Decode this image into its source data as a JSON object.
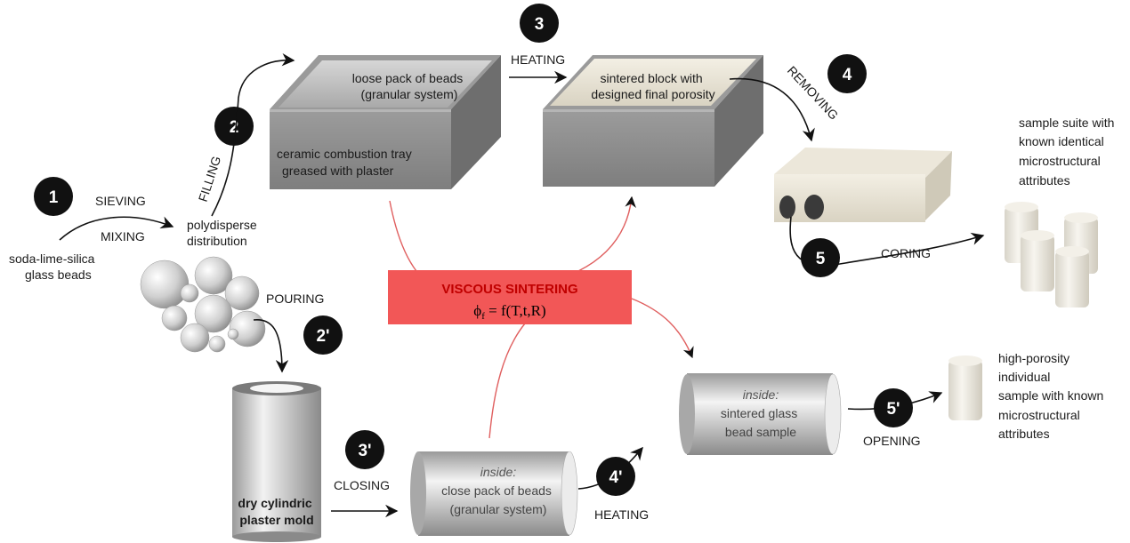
{
  "steps": {
    "s1": "1",
    "s2": "2",
    "s2p": "2'",
    "s3": "3",
    "s3p": "3'",
    "s4": "4",
    "s4p": "4'",
    "s5": "5",
    "s5p": "5'"
  },
  "labels": {
    "sieving": "SIEVING",
    "mixing": "MIXING",
    "filling": "FILLING",
    "heating_top": "HEATING",
    "removing": "REMOVING",
    "pouring": "POURING",
    "closing": "CLOSING",
    "heating_bottom": "HEATING",
    "coring": "CORING",
    "opening": "OPENING"
  },
  "text": {
    "glass_beads": [
      "soda-lime-silica",
      "glass beads"
    ],
    "polydisperse": [
      "polydisperse",
      "distribution"
    ],
    "loose_pack": [
      "loose pack of beads",
      "(granular system)"
    ],
    "ceramic_tray": [
      "ceramic combustion tray",
      "greased with plaster"
    ],
    "sintered_block": [
      "sintered block with",
      "designed final porosity"
    ],
    "sample_suite": [
      "sample suite with",
      "known identical",
      "microstructural",
      "attributes"
    ],
    "plaster_mold": [
      "dry cylindric",
      "plaster mold"
    ],
    "close_pack_inside": "inside:",
    "close_pack": [
      "close pack of beads",
      "(granular system)"
    ],
    "sintered_sample_inside": "inside:",
    "sintered_sample": [
      "sintered glass",
      "bead sample"
    ],
    "high_porosity": [
      "high-porosity",
      "individual",
      "sample with known",
      "microstructural",
      "attributes"
    ]
  },
  "center_box": {
    "title": "VISCOUS SINTERING",
    "formula_phi": "ϕ",
    "formula_sub": "f",
    "formula_rest": " = f(T,t,R)"
  },
  "colors": {
    "box_fill": "#f25757",
    "box_stroke": "#c44",
    "red_line": "#e06060",
    "tray_gray": "#8c8c8c",
    "step_circle": "#111111"
  }
}
